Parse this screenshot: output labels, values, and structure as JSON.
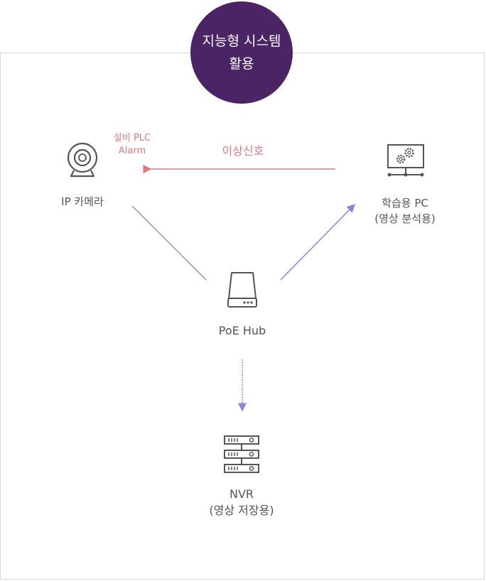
{
  "badge": {
    "line1": "지능형 시스템",
    "line2": "활용"
  },
  "nodes": {
    "camera": {
      "label": "IP 카메라",
      "icon": "webcam-icon"
    },
    "pc": {
      "line1": "학습용 PC",
      "line2": "(영상 분석용)",
      "icon": "monitor-gears-icon"
    },
    "hub": {
      "label": "PoE Hub",
      "icon": "hub-device-icon"
    },
    "nvr": {
      "line1": "NVR",
      "line2": "(영상 저장용)",
      "icon": "server-rack-icon"
    }
  },
  "signals": {
    "alarm_line1": "설비 PLC",
    "alarm_line2": "Alarm",
    "abnormal": "이상신호"
  },
  "colors": {
    "badge": "#4a2464",
    "alarm": "#e07a7a",
    "data_flow": "#8a86d6",
    "connection": "#999999",
    "icon": "#555555"
  }
}
